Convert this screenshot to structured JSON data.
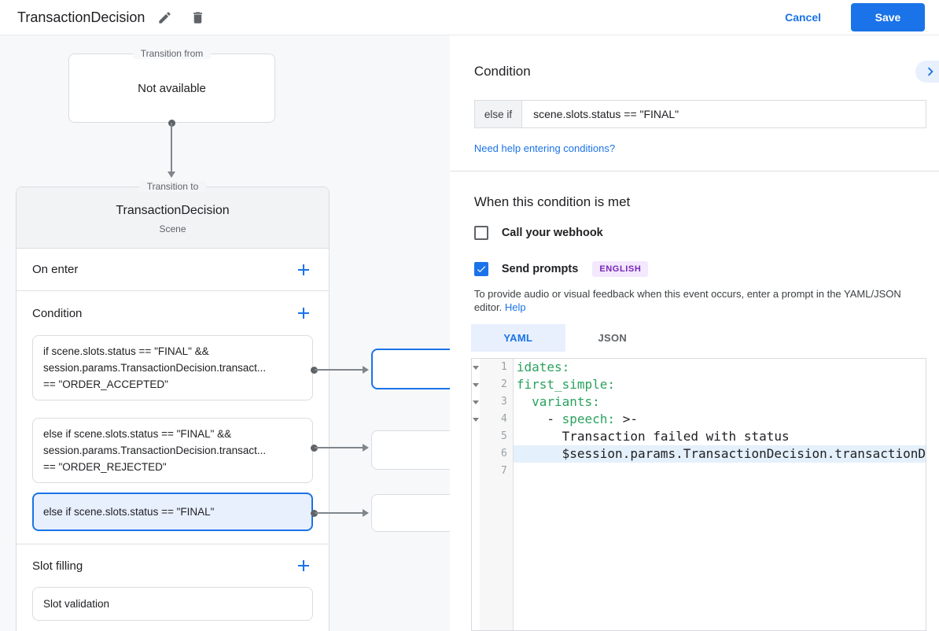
{
  "topbar": {
    "title": "TransactionDecision",
    "cancel_label": "Cancel",
    "save_label": "Save"
  },
  "canvas": {
    "transition_from": {
      "legend": "Transition from",
      "content": "Not available"
    },
    "transition_to": {
      "legend": "Transition to",
      "title": "TransactionDecision",
      "subtitle": "Scene"
    },
    "on_enter_label": "On enter",
    "condition_label": "Condition",
    "slot_filling_label": "Slot filling",
    "slot_validation_label": "Slot validation",
    "conditions": [
      {
        "lines": [
          "if scene.slots.status == \"FINAL\" &&",
          "session.params.TransactionDecision.transact...",
          "== \"ORDER_ACCEPTED\""
        ],
        "selected": false
      },
      {
        "lines": [
          "else if scene.slots.status == \"FINAL\" &&",
          "session.params.TransactionDecision.transact...",
          "== \"ORDER_REJECTED\""
        ],
        "selected": false
      },
      {
        "lines": [
          "else if scene.slots.status == \"FINAL\""
        ],
        "selected": true
      }
    ]
  },
  "panel": {
    "condition_heading": "Condition",
    "else_if_label": "else if",
    "condition_value": "scene.slots.status == \"FINAL\"",
    "help_link": "Need help entering conditions?",
    "when_heading": "When this condition is met",
    "webhook_label": "Call your webhook",
    "webhook_checked": false,
    "prompts_label": "Send prompts",
    "prompts_checked": true,
    "language_badge": "ENGLISH",
    "helper_text": "To provide audio or visual feedback when this event occurs, enter a prompt in the YAML/JSON editor.",
    "helper_link": "Help",
    "tabs": [
      {
        "label": "YAML",
        "active": true
      },
      {
        "label": "JSON",
        "active": false
      }
    ],
    "code": {
      "lines": [
        {
          "num": "1",
          "fold": true,
          "key": "idates:"
        },
        {
          "num": "2",
          "fold": true,
          "key": "first_simple:"
        },
        {
          "num": "3",
          "fold": true,
          "key": "  variants:"
        },
        {
          "num": "4",
          "fold": true,
          "pre": "    - ",
          "key": "speech:",
          "post": " >-"
        },
        {
          "num": "5",
          "fold": false,
          "plain": "      Transaction failed with status"
        },
        {
          "num": "6",
          "fold": false,
          "plain": "      $session.params.TransactionDecision.transactionD",
          "highlighted": true
        },
        {
          "num": "7",
          "fold": false,
          "plain": ""
        }
      ]
    }
  },
  "icons": [
    "edit-icon",
    "delete-icon",
    "plus-icon",
    "chevron-right-icon",
    "check-icon",
    "fold-arrow-icon"
  ],
  "colors": {
    "accent": "#1a73e8",
    "selection_bg": "#e8f0fe",
    "canvas_bg": "#f7f8fa",
    "group_header_bg": "#f1f3f4",
    "badge_bg": "#f3e8fd",
    "badge_text": "#7627bb",
    "code_key_green": "#2aa25d",
    "code_highlight_bg": "#e4f0fb",
    "connector_gray": "#80868b"
  }
}
